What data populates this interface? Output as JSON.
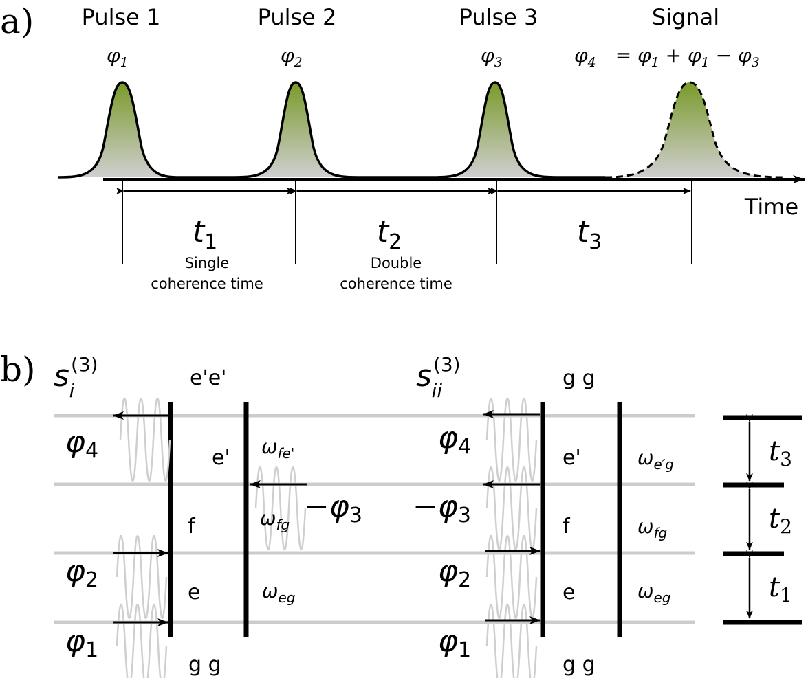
{
  "panel_a": {
    "label": "a)",
    "pulses": [
      {
        "title": "Pulse  1",
        "phase": "φ",
        "phase_sub": "1"
      },
      {
        "title": "Pulse  2",
        "phase": "φ",
        "phase_sub": "2"
      },
      {
        "title": "Pulse  3",
        "phase": "φ",
        "phase_sub": "3"
      }
    ],
    "signal": {
      "title": "Signal",
      "phase": "φ",
      "phase_sub": "4",
      "eq_prefix": "= φ",
      "eq_s1": "1",
      "eq_mid1": " + φ",
      "eq_s2": "1",
      "eq_mid2": " − φ",
      "eq_s3": "3"
    },
    "time_axis_label": "Time",
    "intervals": [
      {
        "symbol": "t",
        "sub": "1",
        "desc_line1": "Single",
        "desc_line2": "coherence time"
      },
      {
        "symbol": "t",
        "sub": "2",
        "desc_line1": "Double",
        "desc_line2": "coherence time"
      },
      {
        "symbol": "t",
        "sub": "3",
        "desc_line1": "",
        "desc_line2": ""
      }
    ],
    "colors": {
      "pulse_top": "#7a9a2a",
      "pulse_bottom": "#c9c9c9",
      "line": "#000000"
    }
  },
  "panel_b": {
    "label": "b)",
    "diagrams": [
      {
        "name": "s",
        "sup": "(3)",
        "sub": "i",
        "top_state": "e'e'",
        "bottom_state": "g g",
        "left_states": [
          "e",
          "f",
          "e'"
        ],
        "freqs": [
          "ω",
          "ω",
          "ω"
        ],
        "freq_subs": [
          "eg",
          "fg",
          "fe'"
        ],
        "phases": [
          {
            "sign": "",
            "sym": "φ",
            "sub": "1"
          },
          {
            "sign": "",
            "sym": "φ",
            "sub": "2"
          },
          {
            "sign": "−",
            "sym": "φ",
            "sub": "3"
          },
          {
            "sign": "",
            "sym": "φ",
            "sub": "4"
          }
        ]
      },
      {
        "name": "s",
        "sup": "(3)",
        "sub": "ii",
        "top_state": "g g",
        "bottom_state": "g g",
        "left_states": [
          "e",
          "f",
          "e'"
        ],
        "freqs": [
          "ω",
          "ω",
          "ω"
        ],
        "freq_subs": [
          "eg",
          "fg",
          "e′g"
        ],
        "phases": [
          {
            "sign": "",
            "sym": "φ",
            "sub": "1"
          },
          {
            "sign": "",
            "sym": "φ",
            "sub": "2"
          },
          {
            "sign": "−",
            "sym": "φ",
            "sub": "3"
          },
          {
            "sign": "",
            "sym": "φ",
            "sub": "4"
          }
        ]
      }
    ],
    "time_scale": [
      {
        "symbol": "t",
        "sub": "1"
      },
      {
        "symbol": "t",
        "sub": "2"
      },
      {
        "symbol": "t",
        "sub": "3"
      }
    ]
  }
}
